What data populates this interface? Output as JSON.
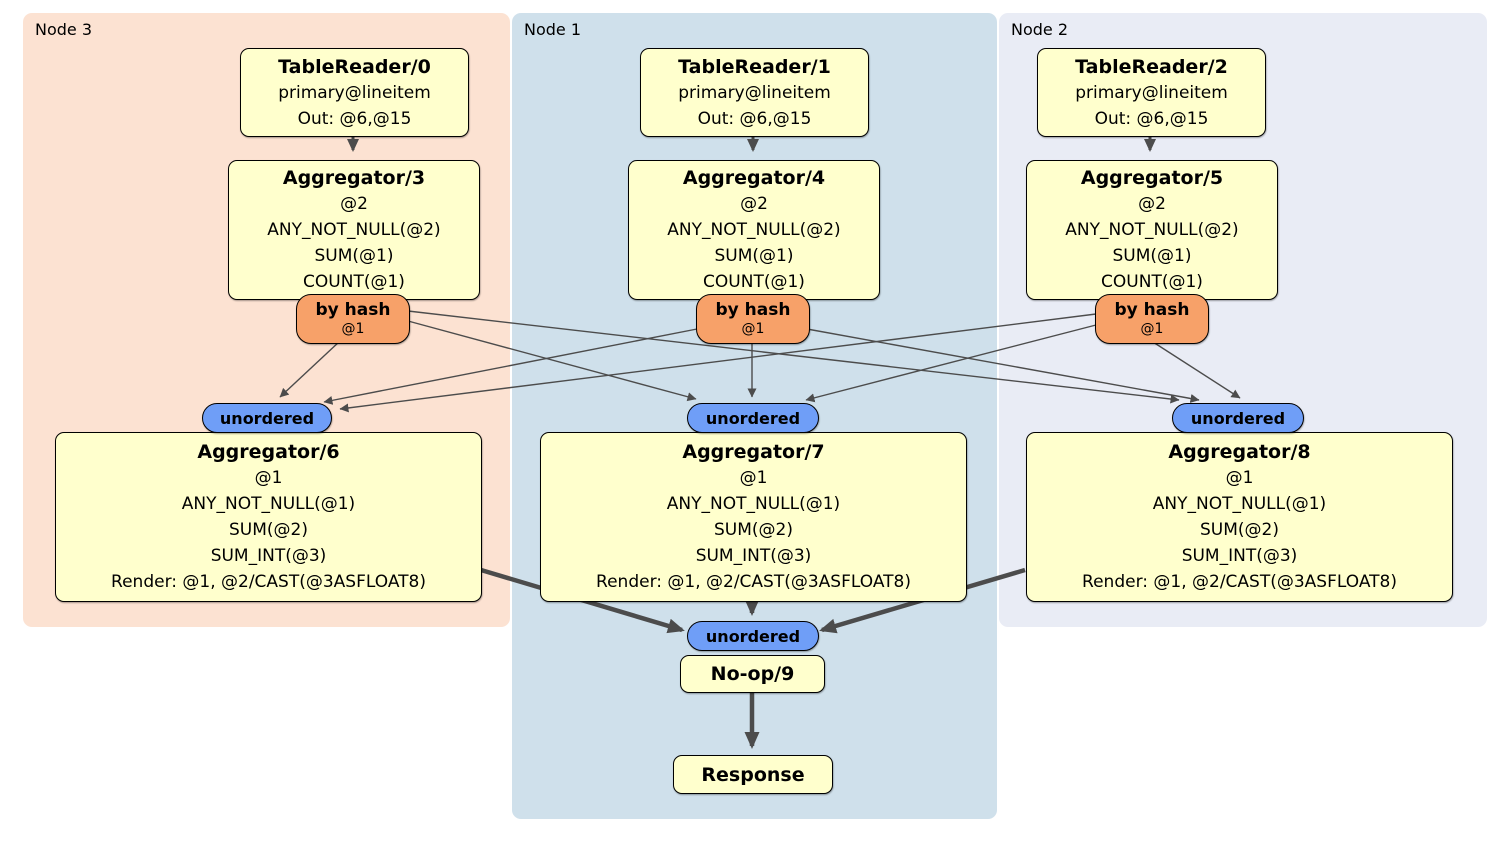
{
  "regions": {
    "node3": {
      "label": "Node 3"
    },
    "node1": {
      "label": "Node 1"
    },
    "node2": {
      "label": "Node 2"
    }
  },
  "processors": {
    "tr0": {
      "title": "TableReader/0",
      "lines": [
        "primary@lineitem",
        "Out: @6,@15"
      ]
    },
    "tr1": {
      "title": "TableReader/1",
      "lines": [
        "primary@lineitem",
        "Out: @6,@15"
      ]
    },
    "tr2": {
      "title": "TableReader/2",
      "lines": [
        "primary@lineitem",
        "Out: @6,@15"
      ]
    },
    "agg3": {
      "title": "Aggregator/3",
      "lines": [
        "@2",
        "ANY_NOT_NULL(@2)",
        "SUM(@1)",
        "COUNT(@1)"
      ]
    },
    "agg4": {
      "title": "Aggregator/4",
      "lines": [
        "@2",
        "ANY_NOT_NULL(@2)",
        "SUM(@1)",
        "COUNT(@1)"
      ]
    },
    "agg5": {
      "title": "Aggregator/5",
      "lines": [
        "@2",
        "ANY_NOT_NULL(@2)",
        "SUM(@1)",
        "COUNT(@1)"
      ]
    },
    "agg6": {
      "title": "Aggregator/6",
      "lines": [
        "@1",
        "ANY_NOT_NULL(@1)",
        "SUM(@2)",
        "SUM_INT(@3)",
        "Render: @1, @2/CAST(@3ASFLOAT8)"
      ]
    },
    "agg7": {
      "title": "Aggregator/7",
      "lines": [
        "@1",
        "ANY_NOT_NULL(@1)",
        "SUM(@2)",
        "SUM_INT(@3)",
        "Render: @1, @2/CAST(@3ASFLOAT8)"
      ]
    },
    "agg8": {
      "title": "Aggregator/8",
      "lines": [
        "@1",
        "ANY_NOT_NULL(@1)",
        "SUM(@2)",
        "SUM_INT(@3)",
        "Render: @1, @2/CAST(@3ASFLOAT8)"
      ]
    },
    "noop": {
      "title": "No-op/9"
    },
    "response": {
      "title": "Response"
    }
  },
  "routers": {
    "hash3": {
      "label": "by hash",
      "detail": "@1"
    },
    "hash4": {
      "label": "by hash",
      "detail": "@1"
    },
    "hash5": {
      "label": "by hash",
      "detail": "@1"
    }
  },
  "streams": {
    "left": {
      "label": "unordered"
    },
    "mid": {
      "label": "unordered"
    },
    "right": {
      "label": "unordered"
    },
    "final": {
      "label": "unordered"
    }
  },
  "edges": [
    {
      "from": "TableReader/0",
      "to": "Aggregator/3",
      "weight": "medium"
    },
    {
      "from": "TableReader/1",
      "to": "Aggregator/4",
      "weight": "medium"
    },
    {
      "from": "TableReader/2",
      "to": "Aggregator/5",
      "weight": "medium"
    },
    {
      "from": "by hash (Node 3)",
      "to": "unordered (Node 3)",
      "weight": "thin"
    },
    {
      "from": "by hash (Node 3)",
      "to": "unordered (Node 1)",
      "weight": "thin"
    },
    {
      "from": "by hash (Node 3)",
      "to": "unordered (Node 2)",
      "weight": "thin"
    },
    {
      "from": "by hash (Node 1)",
      "to": "unordered (Node 3)",
      "weight": "thin"
    },
    {
      "from": "by hash (Node 1)",
      "to": "unordered (Node 1)",
      "weight": "thin"
    },
    {
      "from": "by hash (Node 1)",
      "to": "unordered (Node 2)",
      "weight": "thin"
    },
    {
      "from": "by hash (Node 2)",
      "to": "unordered (Node 3)",
      "weight": "thin"
    },
    {
      "from": "by hash (Node 2)",
      "to": "unordered (Node 1)",
      "weight": "thin"
    },
    {
      "from": "by hash (Node 2)",
      "to": "unordered (Node 2)",
      "weight": "thin"
    },
    {
      "from": "Aggregator/6",
      "to": "unordered (final)",
      "weight": "thick"
    },
    {
      "from": "Aggregator/7",
      "to": "unordered (final)",
      "weight": "thick"
    },
    {
      "from": "Aggregator/8",
      "to": "unordered (final)",
      "weight": "thick"
    },
    {
      "from": "No-op/9",
      "to": "Response",
      "weight": "thick"
    }
  ],
  "colors": {
    "node3_bg": "#fce2d2",
    "node1_bg": "#cfe0eb",
    "node2_bg": "#e9ecf5",
    "processor_fill": "#ffffcd",
    "router_fill": "#f7a169",
    "stream_fill": "#6f9ef7",
    "edge": "#4c4c4c",
    "border": "#000000",
    "page_bg": "#ffffff"
  }
}
